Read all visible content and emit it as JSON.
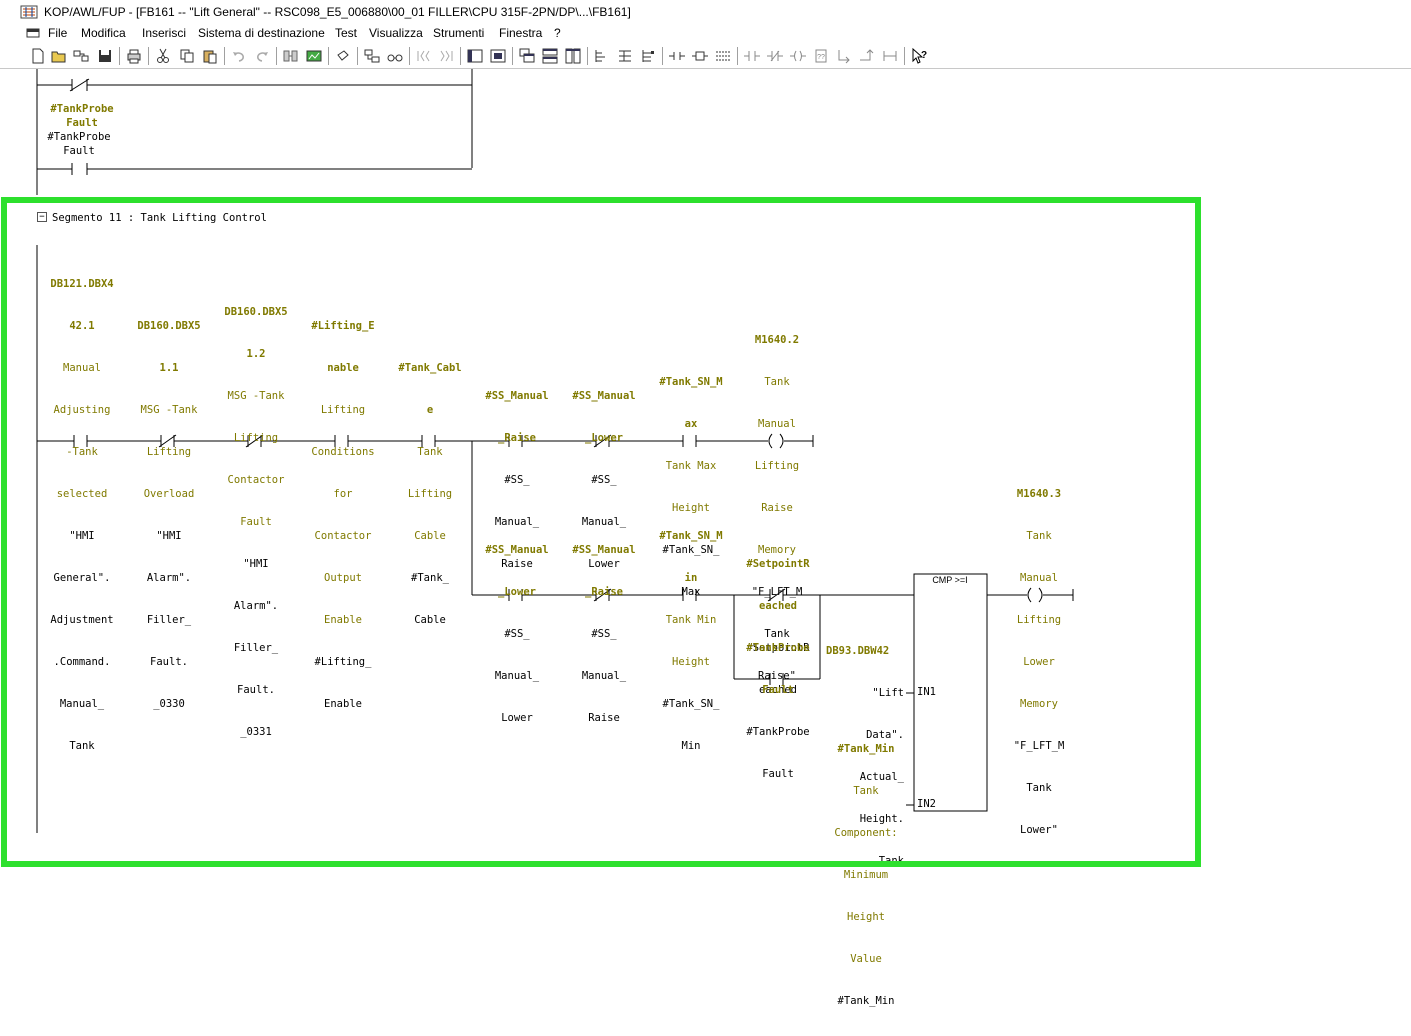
{
  "window": {
    "title": "KOP/AWL/FUP  - [FB161 -- \"Lift General\" -- RSC098_E5_006880\\00_01 FILLER\\CPU 315F-2PN/DP\\...\\FB161]"
  },
  "menu": {
    "items": [
      "File",
      "Modifica",
      "Inserisci",
      "Sistema di destinazione",
      "Test",
      "Visualizza",
      "Strumenti",
      "Finestra",
      "?"
    ]
  },
  "segment_prev": {
    "upper_label": [
      "#TankProbe",
      "Fault"
    ],
    "lower_label": [
      "#TankProbe",
      "Fault"
    ]
  },
  "segment": {
    "toggle": "−",
    "title": "Segmento 11 : Tank Lifting Control",
    "row1": [
      {
        "addr": [
          "DB121.DBX4",
          "42.1"
        ],
        "comment": [
          "Manual",
          "Adjusting",
          "-Tank",
          "selected"
        ],
        "symbol": [
          "\"HMI",
          "General\".",
          "Adjustment",
          ".Command.",
          "Manual_",
          "Tank"
        ],
        "type": "NO"
      },
      {
        "addr": [
          "DB160.DBX5",
          "1.1"
        ],
        "comment": [
          "MSG -Tank",
          "Lifting",
          "Overload"
        ],
        "symbol": [
          "\"HMI",
          "Alarm\".",
          "Filler_",
          "Fault.",
          "_0330"
        ],
        "type": "NC"
      },
      {
        "addr": [
          "DB160.DBX5",
          "1.2"
        ],
        "comment": [
          "MSG -Tank",
          "Lifting",
          "Contactor",
          "Fault"
        ],
        "symbol": [
          "\"HMI",
          "Alarm\".",
          "Filler_",
          "Fault.",
          "_0331"
        ],
        "type": "NC"
      },
      {
        "addr": [
          "#Lifting_E",
          "nable"
        ],
        "comment": [
          "Lifting",
          "Conditions",
          "for",
          "Contactor",
          "Output",
          "Enable"
        ],
        "symbol": [
          "#Lifting_",
          "Enable"
        ],
        "type": "NO"
      },
      {
        "addr": [
          "#Tank_Cabl",
          "e"
        ],
        "comment": [
          "Tank",
          "Lifting",
          "Cable"
        ],
        "symbol": [
          "#Tank_",
          "Cable"
        ],
        "type": "NO"
      },
      {
        "addr": [
          "#SS_Manual",
          "_Raise"
        ],
        "comment": [],
        "symbol": [
          "#SS_",
          "Manual_",
          "Raise"
        ],
        "type": "NO"
      },
      {
        "addr": [
          "#SS_Manual",
          "_Lower"
        ],
        "comment": [],
        "symbol": [
          "#SS_",
          "Manual_",
          "Lower"
        ],
        "type": "NC"
      },
      {
        "addr": [
          "#Tank_SN_M",
          "ax"
        ],
        "comment": [
          "Tank Max",
          "Height"
        ],
        "symbol": [
          "#Tank_SN_",
          "Max"
        ],
        "type": "NO"
      },
      {
        "addr": [
          "M1640.2"
        ],
        "comment": [
          "Tank",
          "Manual",
          "Lifting",
          "Raise",
          "Memory"
        ],
        "symbol": [
          "\"F_LFT_M",
          "Tank",
          "Raise\""
        ],
        "type": "COIL"
      }
    ],
    "row2": [
      {
        "addr": [
          "#SS_Manual",
          "_Lower"
        ],
        "comment": [],
        "symbol": [
          "#SS_",
          "Manual_",
          "Lower"
        ],
        "type": "NO"
      },
      {
        "addr": [
          "#SS_Manual",
          "_Raise"
        ],
        "comment": [],
        "symbol": [
          "#SS_",
          "Manual_",
          "Raise"
        ],
        "type": "NC"
      },
      {
        "addr": [
          "#Tank_SN_M",
          "in"
        ],
        "comment": [
          "Tank Min",
          "Height"
        ],
        "symbol": [
          "#Tank_SN_",
          "Min"
        ],
        "type": "NO"
      },
      {
        "addr": [
          "#SetpointR",
          "eached"
        ],
        "comment": [],
        "symbol": [
          "#SetpointR",
          "eached"
        ],
        "type": "NC"
      },
      {
        "addr": [
          "M1640.3"
        ],
        "comment": [
          "Tank",
          "Manual",
          "Lifting",
          "Lower",
          "Memory"
        ],
        "symbol": [
          "\"F_LFT_M",
          "Tank",
          "Lower\""
        ],
        "type": "COIL"
      }
    ],
    "parallel": {
      "addr": [
        "#TankProbe",
        "Fault"
      ],
      "symbol": [
        "#TankProbe",
        "Fault"
      ],
      "type": "NO"
    },
    "cmp": {
      "title": "CMP >=I",
      "in1_label": "IN1",
      "in2_label": "IN2",
      "in1": {
        "addr": [
          "DB93.DBW42"
        ],
        "symbol": [
          "\"Lift",
          "Data\".",
          "Actual_",
          "Height.",
          "Tank"
        ]
      },
      "in2": {
        "addr": [
          "#Tank_Min"
        ],
        "comment": [
          "Tank",
          "Component:",
          "Minimum",
          "Height",
          "Value"
        ],
        "symbol": [
          "#Tank_Min"
        ]
      }
    }
  },
  "colors": {
    "highlight_frame": "#2de02d",
    "operand_text": "#807a00"
  }
}
